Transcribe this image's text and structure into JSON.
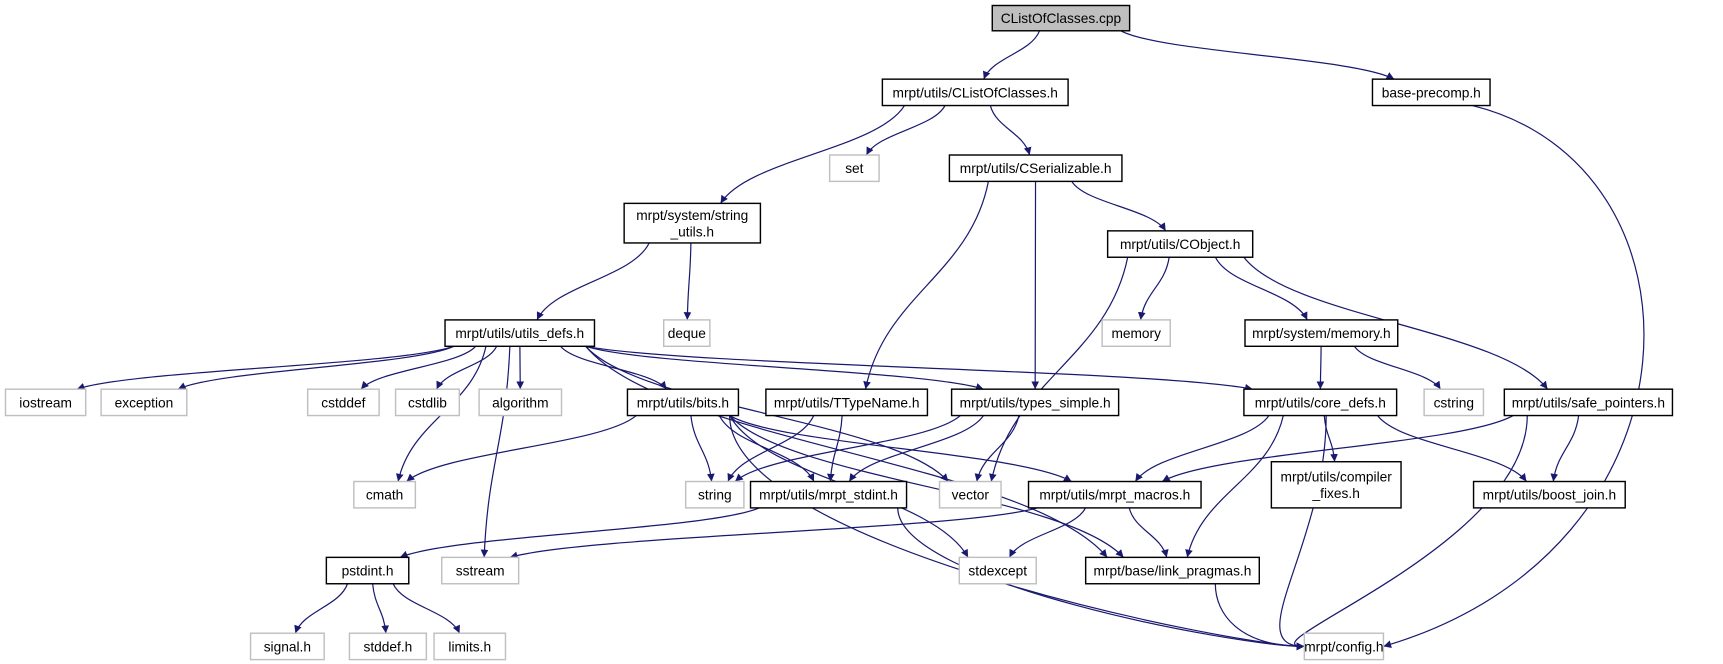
{
  "title": "CListOfClasses.cpp include dependency graph",
  "colors": {
    "edge": "#191970",
    "root_fill": "#bfbfbf",
    "external_border": "#bfbfbf",
    "internal_border": "#000000"
  },
  "nodes": [
    {
      "id": "cpp",
      "lines": [
        "CListOfClasses.cpp"
      ],
      "kind": "root"
    },
    {
      "id": "clist",
      "lines": [
        "mrpt/utils/CListOfClasses.h"
      ],
      "kind": "int"
    },
    {
      "id": "precomp",
      "lines": [
        "base-precomp.h"
      ],
      "kind": "int"
    },
    {
      "id": "set",
      "lines": [
        "set"
      ],
      "kind": "ext"
    },
    {
      "id": "cser",
      "lines": [
        "mrpt/utils/CSerializable.h"
      ],
      "kind": "int"
    },
    {
      "id": "strutils",
      "lines": [
        "mrpt/system/string",
        "_utils.h"
      ],
      "kind": "int"
    },
    {
      "id": "cobject",
      "lines": [
        "mrpt/utils/CObject.h"
      ],
      "kind": "int"
    },
    {
      "id": "utilsdefs",
      "lines": [
        "mrpt/utils/utils_defs.h"
      ],
      "kind": "int"
    },
    {
      "id": "deque",
      "lines": [
        "deque"
      ],
      "kind": "ext"
    },
    {
      "id": "memory",
      "lines": [
        "memory"
      ],
      "kind": "ext"
    },
    {
      "id": "sysmem",
      "lines": [
        "mrpt/system/memory.h"
      ],
      "kind": "int"
    },
    {
      "id": "iostream",
      "lines": [
        "iostream"
      ],
      "kind": "ext"
    },
    {
      "id": "exception",
      "lines": [
        "exception"
      ],
      "kind": "ext"
    },
    {
      "id": "cstddef",
      "lines": [
        "cstddef"
      ],
      "kind": "ext"
    },
    {
      "id": "cstdlib",
      "lines": [
        "cstdlib"
      ],
      "kind": "ext"
    },
    {
      "id": "algorithm",
      "lines": [
        "algorithm"
      ],
      "kind": "ext"
    },
    {
      "id": "bits",
      "lines": [
        "mrpt/utils/bits.h"
      ],
      "kind": "int"
    },
    {
      "id": "ttype",
      "lines": [
        "mrpt/utils/TTypeName.h"
      ],
      "kind": "int"
    },
    {
      "id": "types",
      "lines": [
        "mrpt/utils/types_simple.h"
      ],
      "kind": "int"
    },
    {
      "id": "coredefs",
      "lines": [
        "mrpt/utils/core_defs.h"
      ],
      "kind": "int"
    },
    {
      "id": "cstring",
      "lines": [
        "cstring"
      ],
      "kind": "ext"
    },
    {
      "id": "safeptr",
      "lines": [
        "mrpt/utils/safe_pointers.h"
      ],
      "kind": "int"
    },
    {
      "id": "cmath",
      "lines": [
        "cmath"
      ],
      "kind": "ext"
    },
    {
      "id": "string",
      "lines": [
        "string"
      ],
      "kind": "ext"
    },
    {
      "id": "stdint",
      "lines": [
        "mrpt/utils/mrpt_stdint.h"
      ],
      "kind": "int"
    },
    {
      "id": "vector",
      "lines": [
        "vector"
      ],
      "kind": "ext"
    },
    {
      "id": "macros",
      "lines": [
        "mrpt/utils/mrpt_macros.h"
      ],
      "kind": "int"
    },
    {
      "id": "compfix",
      "lines": [
        "mrpt/utils/compiler",
        "_fixes.h"
      ],
      "kind": "int"
    },
    {
      "id": "boostjoin",
      "lines": [
        "mrpt/utils/boost_join.h"
      ],
      "kind": "int"
    },
    {
      "id": "pstdint",
      "lines": [
        "pstdint.h"
      ],
      "kind": "int"
    },
    {
      "id": "sstream",
      "lines": [
        "sstream"
      ],
      "kind": "ext"
    },
    {
      "id": "stdexcept",
      "lines": [
        "stdexcept"
      ],
      "kind": "ext"
    },
    {
      "id": "linkprag",
      "lines": [
        "mrpt/base/link_pragmas.h"
      ],
      "kind": "int"
    },
    {
      "id": "signal",
      "lines": [
        "signal.h"
      ],
      "kind": "ext"
    },
    {
      "id": "stddef",
      "lines": [
        "stddef.h"
      ],
      "kind": "ext"
    },
    {
      "id": "limits",
      "lines": [
        "limits.h"
      ],
      "kind": "ext"
    },
    {
      "id": "config",
      "lines": [
        "mrpt/config.h"
      ],
      "kind": "ext"
    }
  ],
  "edges": [
    [
      "cpp",
      "clist"
    ],
    [
      "cpp",
      "precomp"
    ],
    [
      "clist",
      "set"
    ],
    [
      "clist",
      "cser"
    ],
    [
      "clist",
      "strutils"
    ],
    [
      "precomp",
      "config"
    ],
    [
      "cser",
      "ttype"
    ],
    [
      "cser",
      "types"
    ],
    [
      "cser",
      "cobject"
    ],
    [
      "strutils",
      "utilsdefs"
    ],
    [
      "strutils",
      "deque"
    ],
    [
      "cobject",
      "memory"
    ],
    [
      "cobject",
      "sysmem"
    ],
    [
      "cobject",
      "safeptr"
    ],
    [
      "cobject",
      "vector"
    ],
    [
      "sysmem",
      "coredefs"
    ],
    [
      "sysmem",
      "cstring"
    ],
    [
      "utilsdefs",
      "iostream"
    ],
    [
      "utilsdefs",
      "exception"
    ],
    [
      "utilsdefs",
      "cstddef"
    ],
    [
      "utilsdefs",
      "cstdlib"
    ],
    [
      "utilsdefs",
      "algorithm"
    ],
    [
      "utilsdefs",
      "bits"
    ],
    [
      "utilsdefs",
      "types"
    ],
    [
      "utilsdefs",
      "coredefs"
    ],
    [
      "utilsdefs",
      "vector"
    ],
    [
      "utilsdefs",
      "cmath"
    ],
    [
      "utilsdefs",
      "sstream"
    ],
    [
      "utilsdefs",
      "linkprag"
    ],
    [
      "bits",
      "cmath"
    ],
    [
      "bits",
      "string"
    ],
    [
      "bits",
      "stdint"
    ],
    [
      "bits",
      "macros"
    ],
    [
      "bits",
      "stdexcept"
    ],
    [
      "bits",
      "linkprag"
    ],
    [
      "bits",
      "config"
    ],
    [
      "ttype",
      "string"
    ],
    [
      "ttype",
      "stdint"
    ],
    [
      "types",
      "string"
    ],
    [
      "types",
      "stdint"
    ],
    [
      "types",
      "vector"
    ],
    [
      "coredefs",
      "macros"
    ],
    [
      "coredefs",
      "linkprag"
    ],
    [
      "coredefs",
      "compfix"
    ],
    [
      "coredefs",
      "boostjoin"
    ],
    [
      "coredefs",
      "config"
    ],
    [
      "safeptr",
      "macros"
    ],
    [
      "safeptr",
      "boostjoin"
    ],
    [
      "safeptr",
      "config"
    ],
    [
      "stdint",
      "pstdint"
    ],
    [
      "stdint",
      "config"
    ],
    [
      "macros",
      "sstream"
    ],
    [
      "macros",
      "stdexcept"
    ],
    [
      "macros",
      "linkprag"
    ],
    [
      "pstdint",
      "signal"
    ],
    [
      "pstdint",
      "stddef"
    ],
    [
      "pstdint",
      "limits"
    ],
    [
      "linkprag",
      "config"
    ]
  ]
}
